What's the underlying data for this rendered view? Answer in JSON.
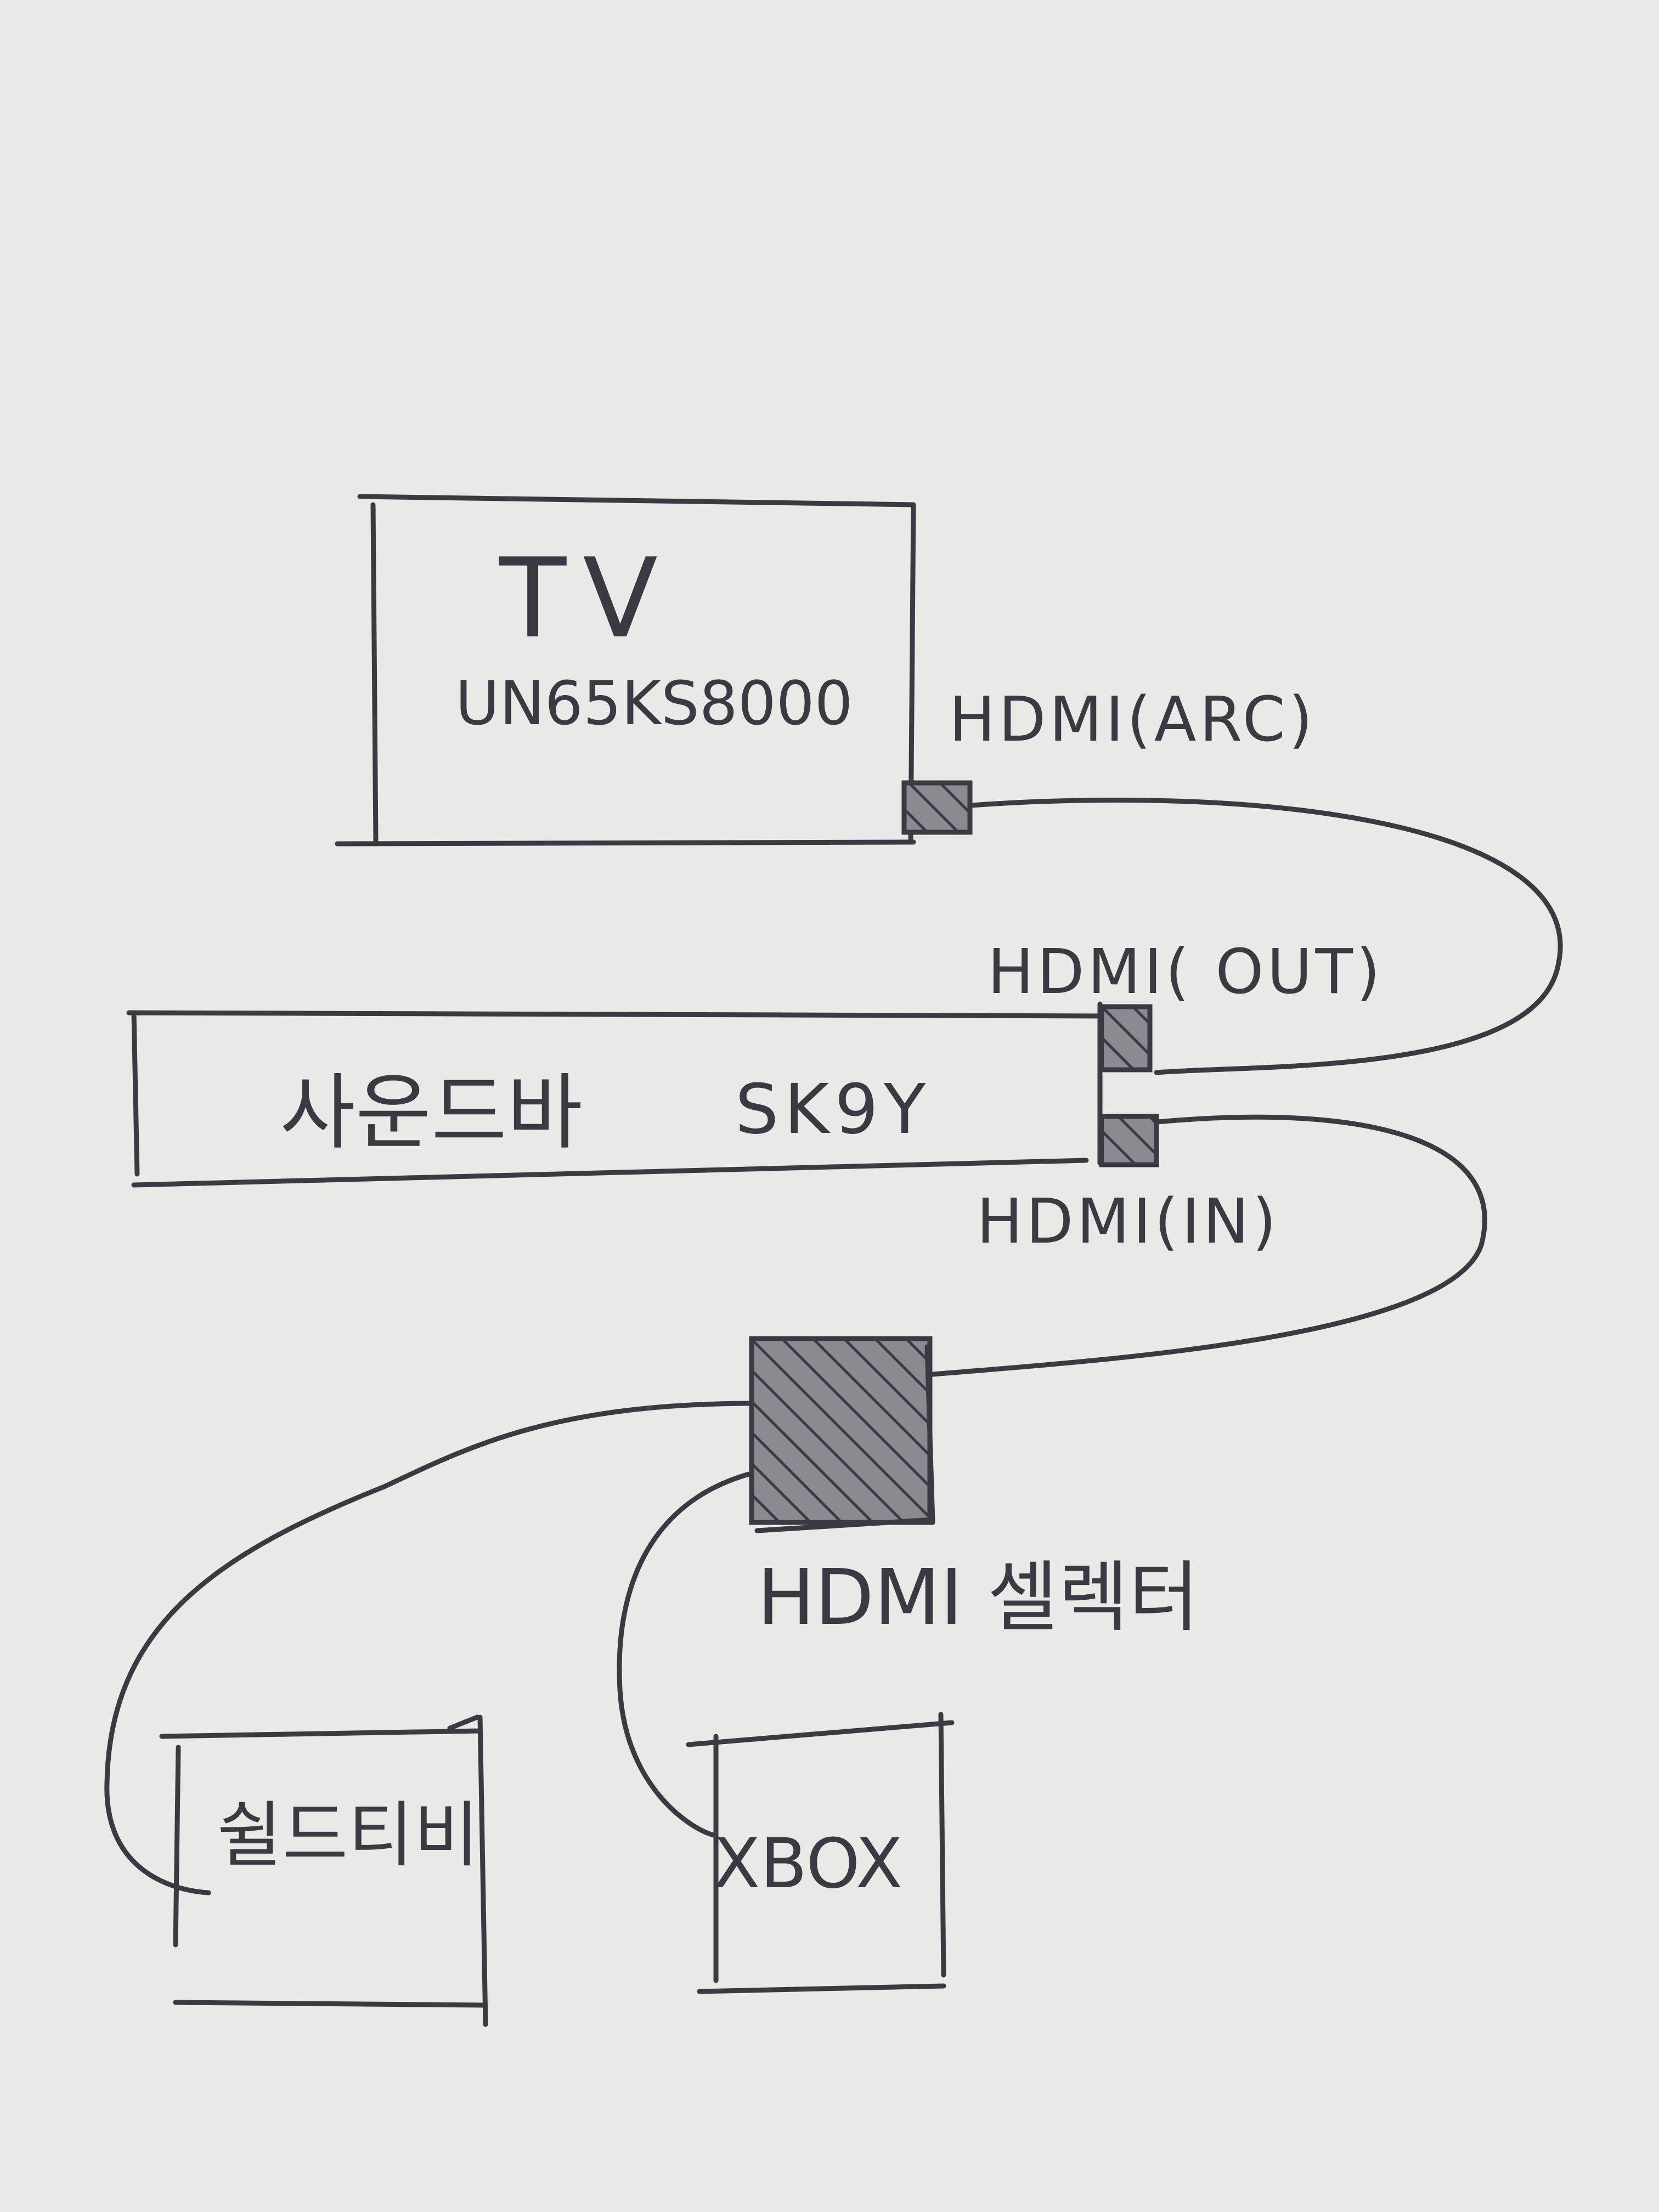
{
  "colors": {
    "paper": "#e9e9e7",
    "ink": "#3a3a42",
    "hatch": "#55555c"
  },
  "tv": {
    "title": "TV",
    "model": "UN65KS8000",
    "port_label": "HDMI(ARC)"
  },
  "soundbar": {
    "name": "사운드바",
    "model": "SK9Y",
    "out_label": "HDMI( OUT)",
    "in_label": "HDMI(IN)"
  },
  "selector": {
    "label": "HDMI 셀렉터"
  },
  "devices": [
    {
      "name": "쉴드티비"
    },
    {
      "name": "XBOX"
    }
  ]
}
